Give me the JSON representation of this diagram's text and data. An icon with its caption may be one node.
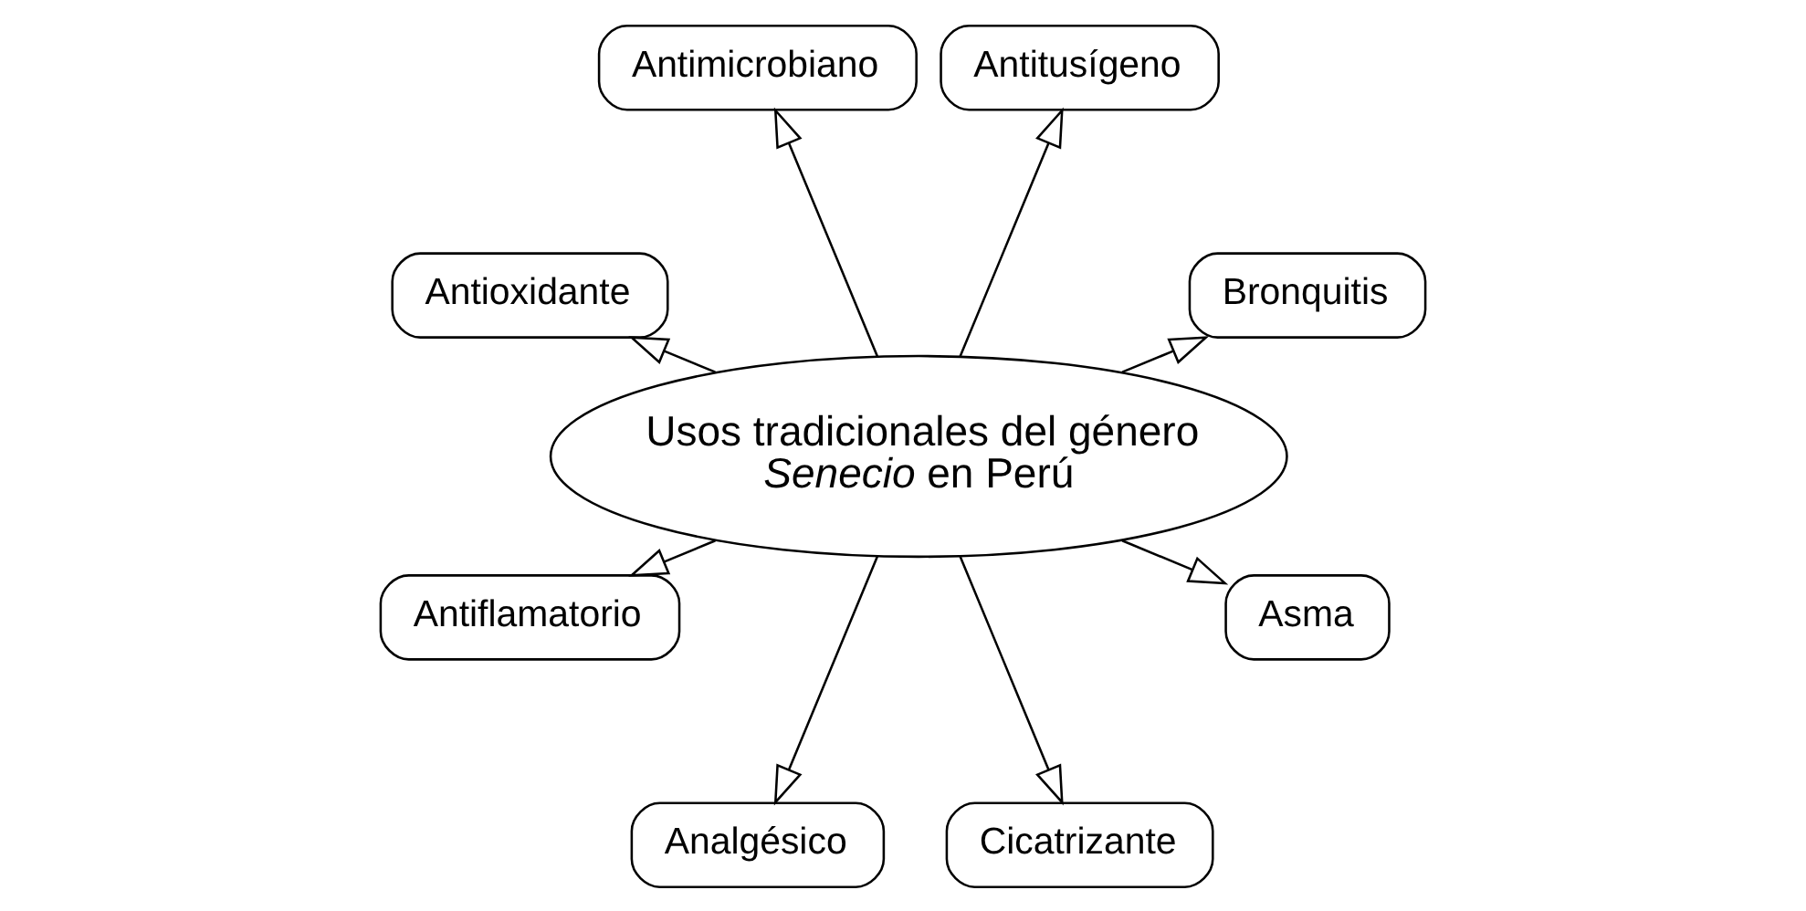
{
  "diagram": {
    "nodes": [
      {
        "text": [
          "Usos tradicionales del género *Senecio* en Perú"
        ]
      },
      {
        "text": [
          "Bronquitis"
        ]
      },
      {
        "text": [
          "Antitusígeno"
        ]
      },
      {
        "text": [
          "Antimicrobiano"
        ]
      },
      {
        "text": [
          "Antioxidante"
        ]
      },
      {
        "text": [
          "Antiflamatorio"
        ]
      },
      {
        "text": [
          "Analgésico"
        ]
      },
      {
        "text": [
          "Cicatrizante"
        ]
      },
      {
        "text": [
          "Asma"
        ]
      }
    ],
    "edges": [
      {
        "from": 0,
        "to": 1,
        "arrow": "to"
      },
      {
        "from": 0,
        "to": 3,
        "arrow": "to"
      },
      {
        "from": 0,
        "to": 5,
        "arrow": "to"
      },
      {
        "from": 0,
        "to": 7,
        "arrow": "to"
      },
      {
        "from": 0,
        "to": 8,
        "arrow": "to"
      },
      {
        "from": 0,
        "to": 6,
        "arrow": "to"
      },
      {
        "from": 0,
        "to": 4,
        "arrow": "to"
      },
      {
        "from": 0,
        "to": 2,
        "arrow": "to"
      }
    ]
  }
}
